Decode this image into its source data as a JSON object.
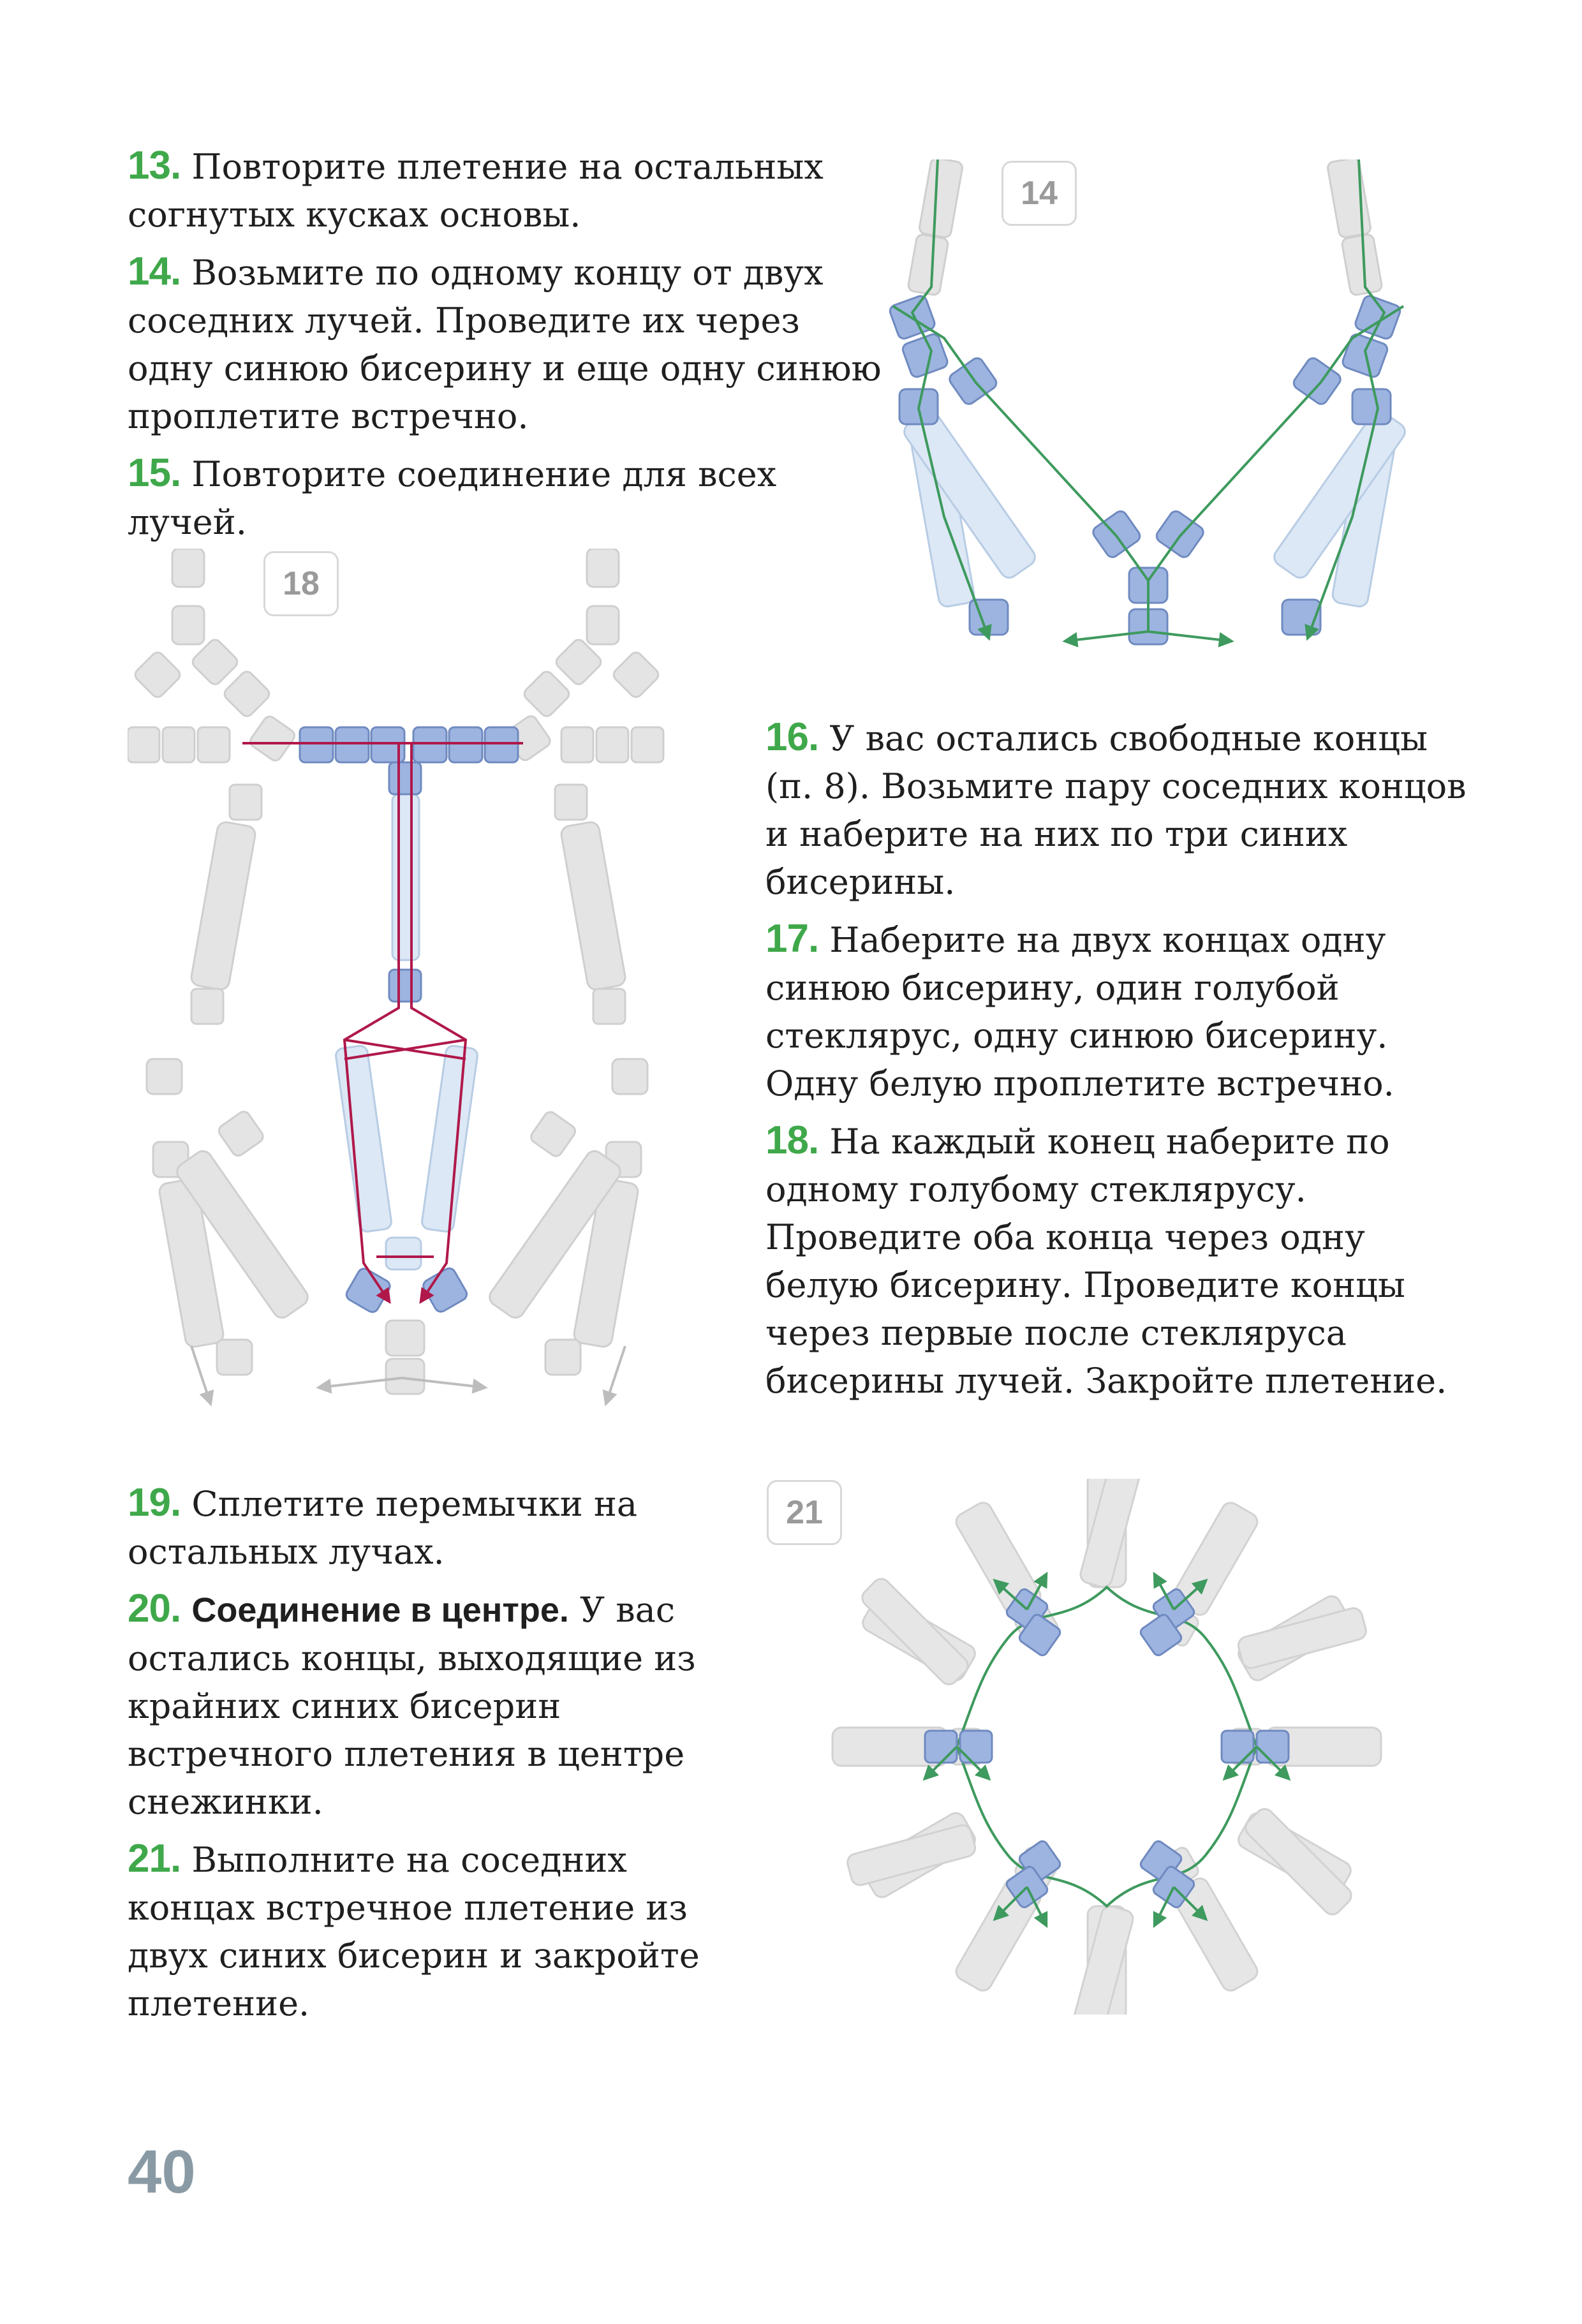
{
  "steps": [
    {
      "num": "13.",
      "text": "Повторите плетение на остальных согнутых кусках основы."
    },
    {
      "num": "14.",
      "text": "Возьмите по одному концу от двух соседних лучей. Проведите их через одну синюю бисерину и еще одну синюю проплетите встречно."
    },
    {
      "num": "15.",
      "text": "Повторите соединение для всех лучей."
    },
    {
      "num": "16.",
      "text": "У вас остались свободные концы (п. 8). Возьмите пару соседних концов и наберите на них по три синих бисерины."
    },
    {
      "num": "17.",
      "text": "Наберите на двух концах одну синюю бисерину, один голубой стеклярус, одну синюю бисерину. Одну белую проплетите встречно."
    },
    {
      "num": "18.",
      "text": "На каждый конец наберите по одному голубому стеклярусу. Проведите оба конца через одну белую бисерину. Проведите концы через первые после стекляруса бисерины лучей. Закройте плетение."
    },
    {
      "num": "19.",
      "text": "Сплетите перемычки на остальных лучах."
    },
    {
      "num": "20.",
      "bold": "Соединение в центре.",
      "text": " У вас остались концы, выходящие из крайних синих бисерин встречного плетения в центре снежинки."
    },
    {
      "num": "21.",
      "text": "Выполните на соседних концах встречное плетение из двух синих бисерин и закройте плетение."
    }
  ],
  "figures": {
    "fig14": "14",
    "fig18": "18",
    "fig21": "21"
  },
  "page_number": "40",
  "colors": {
    "step_number": "#3fa84a",
    "blue_bead": "#9db4e0",
    "light_bugle": "#dce8f5",
    "thread_green": "#3e9a5e",
    "thread_red": "#b0184a",
    "gray_bead": "#e2e2e2"
  }
}
